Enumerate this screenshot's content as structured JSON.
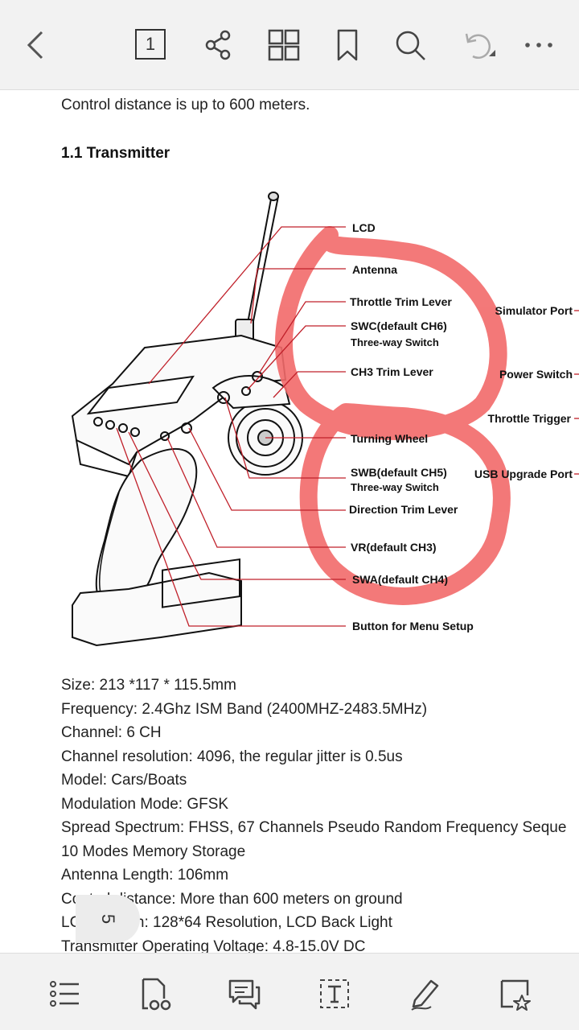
{
  "toolbar": {
    "page_number": "1",
    "icons": [
      "back-icon",
      "page-number",
      "share-icon",
      "grid-icon",
      "bookmark-icon",
      "search-icon",
      "undo-icon",
      "more-icon"
    ]
  },
  "document": {
    "intro": "Control distance is up to 600 meters.",
    "heading": "1.1 Transmitter",
    "figure_labels": {
      "lcd": "LCD",
      "antenna": "Antenna",
      "throttle_trim": "Throttle Trim Lever",
      "swc": "SWC(default CH6)",
      "swc_sub": "Three-way Switch",
      "ch3_trim": "CH3 Trim Lever",
      "turning_wheel": "Turning Wheel",
      "swb": "SWB(default CH5)",
      "swb_sub": "Three-way Switch",
      "direction_trim": "Direction Trim Lever",
      "vr": "VR(default CH3)",
      "swa": "SWA(default CH4)",
      "menu_button": "Button for Menu Setup",
      "simulator_port": "Simulator Port",
      "power_switch": "Power Switch",
      "throttle_trigger": "Throttle Trigger",
      "usb_port": "USB Upgrade Port"
    },
    "specs": [
      "Size: 213 *117 * 115.5mm",
      "Frequency: 2.4Ghz ISM Band  (2400MHZ-2483.5MHz)",
      "Channel: 6 CH",
      "Channel resolution: 4096, the regular jitter is 0.5us",
      "Model: Cars/Boats",
      "Modulation Mode: GFSK",
      "Spread Spectrum: FHSS, 67 Channels Pseudo Random Frequency Seque",
      "10 Modes Memory Storage",
      "Antenna Length: 106mm",
      "Control distance: More than 600 meters on ground",
      "LCD Screen: 128*64 Resolution, LCD Back Light",
      "Transmitter Operating Voltage: 4.8-15.0V DC"
    ],
    "current_page": "5"
  },
  "bottom_bar": {
    "icons": [
      "outline-icon",
      "read-mode-icon",
      "comment-icon",
      "text-select-icon",
      "annotate-pen-icon",
      "favorite-icon"
    ]
  },
  "colors": {
    "toolbar_bg": "#f2f2f2",
    "highlight": "#f26a6a",
    "leader_line": "#c0202a"
  }
}
